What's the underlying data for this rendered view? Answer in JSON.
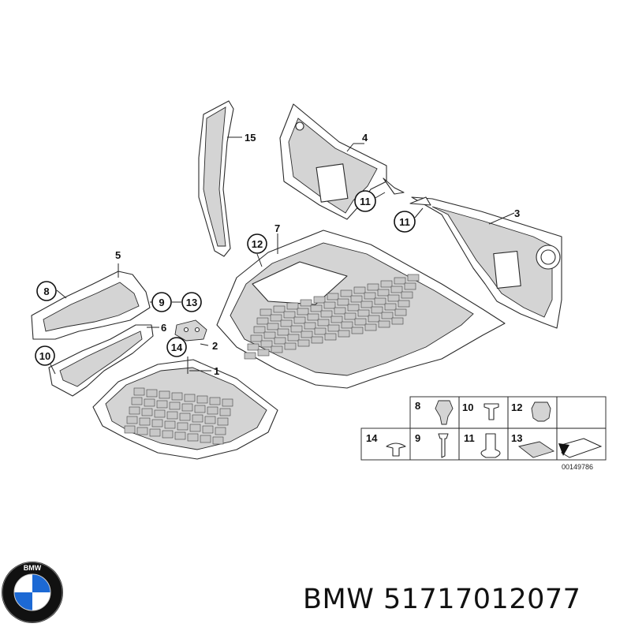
{
  "diagram": {
    "callouts": {
      "c8": "8",
      "c9": "9",
      "c13": "13",
      "c14": "14",
      "c10": "10",
      "c12": "12",
      "c11a": "11",
      "c11b": "11"
    },
    "labels": {
      "l15": "15",
      "l4": "4",
      "l3": "3",
      "l7": "7",
      "l5": "5",
      "l6": "6",
      "l2": "2",
      "l1": "1"
    },
    "legend": {
      "items": [
        {
          "num": "8"
        },
        {
          "num": "10"
        },
        {
          "num": "12"
        },
        {
          "num": "14"
        },
        {
          "num": "9"
        },
        {
          "num": "11"
        },
        {
          "num": "13"
        }
      ]
    },
    "reference": "00149786"
  },
  "footer": {
    "caption": "BMW 51717012077",
    "logo": {
      "icon": "bmw-roundel-icon",
      "lettering": "BMW",
      "colors": {
        "blue": "#1c69d4",
        "white": "#ffffff",
        "black": "#111111"
      }
    }
  }
}
